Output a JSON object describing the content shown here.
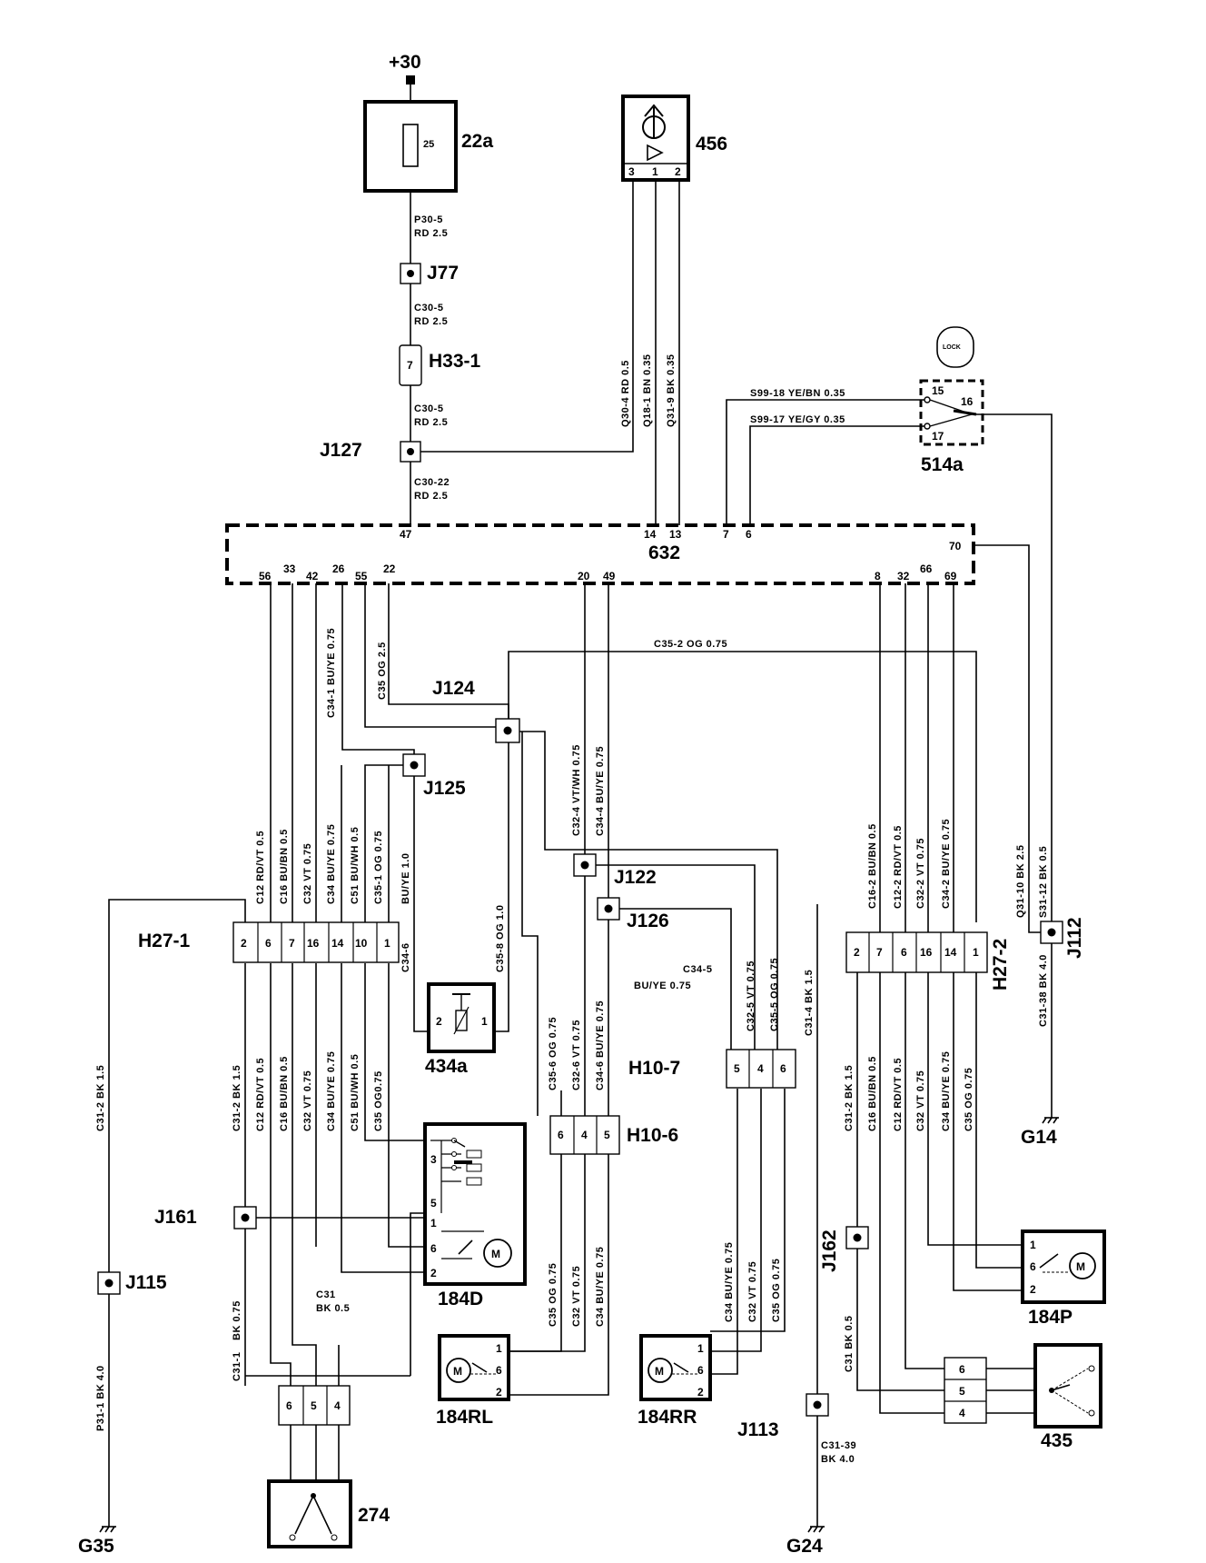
{
  "components": {
    "supply": "+30",
    "fuse": "22a",
    "fuse_rating": "25",
    "c456": "456",
    "c456_pins": [
      "3",
      "1",
      "2"
    ],
    "lock_symbol": "LOCK",
    "c514a": "514a",
    "c514a_pins": [
      "15",
      "16",
      "17"
    ],
    "c632": "632",
    "c632_top_pins": [
      "47",
      "14",
      "13",
      "7",
      "6"
    ],
    "c632_pin70": "70",
    "c632_bottom_left_pins": [
      "56",
      "33",
      "42",
      "26",
      "55",
      "22"
    ],
    "c632_bottom_mid_pins": [
      "20",
      "49"
    ],
    "c632_bottom_right_pins": [
      "8",
      "32",
      "66",
      "69"
    ],
    "c434a": "434a",
    "c434a_pins": [
      "2",
      "1"
    ],
    "c184d": "184D",
    "c184d_pins": [
      "3",
      "5",
      "1",
      "6",
      "2"
    ],
    "c184p": "184P",
    "c184p_pins": [
      "1",
      "6",
      "2"
    ],
    "c184rl": "184RL",
    "c184rl_pins": [
      "1",
      "6",
      "2"
    ],
    "c184rr": "184RR",
    "c184rr_pins": [
      "1",
      "6",
      "2"
    ],
    "c274": "274",
    "c274_pins": [
      "6",
      "5",
      "4"
    ],
    "c435": "435",
    "c435_pins": [
      "6",
      "5",
      "4"
    ],
    "motor": "M"
  },
  "connectors": {
    "h33_1": "H33-1",
    "h33_1_pin": "7",
    "h27_1": "H27-1",
    "h27_1_pins": [
      "2",
      "6",
      "7",
      "16",
      "14",
      "10",
      "1"
    ],
    "h27_2": "H27-2",
    "h27_2_pins": [
      "2",
      "7",
      "6",
      "16",
      "14",
      "1"
    ],
    "h10_7": "H10-7",
    "h10_7_pins": [
      "5",
      "4",
      "6"
    ],
    "h10_6": "H10-6",
    "h10_6_pins": [
      "6",
      "4",
      "5"
    ]
  },
  "junctions": {
    "j77": "J77",
    "j127": "J127",
    "j124": "J124",
    "j125": "J125",
    "j122": "J122",
    "j126": "J126",
    "j112": "J112",
    "j161": "J161",
    "j115": "J115",
    "j162": "J162",
    "j113": "J113"
  },
  "grounds": {
    "g35": "G35",
    "g24": "G24",
    "g14": "G14"
  },
  "wires": {
    "p30_5": [
      "P30-5",
      "RD 2.5"
    ],
    "c30_5a": [
      "C30-5",
      "RD 2.5"
    ],
    "c30_5b": [
      "C30-5",
      "RD 2.5"
    ],
    "c30_22": [
      "C30-22",
      "RD 2.5"
    ],
    "q30_4": "Q30-4  RD 0.5",
    "q18_1": "Q18-1  BN 0.35",
    "q31_9": "Q31-9  BK 0.35",
    "s99_18": "S99-18    YE/BN  0.35",
    "s99_17": "S99-17    YE/GY  0.35",
    "c35_2": "C35-2   OG 0.75",
    "c34_1": "C34-1   BU/YE 0.75",
    "c35_og25": "C35   OG 2.5",
    "c32_4": "C32-4   VT/WH 0.75",
    "c34_4": "C34-4   BU/YE 0.75",
    "h27_1_top": [
      "C12 RD/VT  0.5",
      "C16 BU/BN  0.5",
      "C32 VT 0.75",
      "C34 BU/YE 0.75",
      "C51 BU/WH 0.5",
      "C35-1  OG 0.75",
      "BU/YE  1.0"
    ],
    "c34_6": "C34-6",
    "c35_8": "C35-8   OG 1.0",
    "h27_1_bottom": [
      "C31-2   BK  1.5",
      "C12  RD/VT  0.5",
      "C16  BU/BN  0.5",
      "C32  VT 0.75",
      "C34  BU/YE  0.75",
      "C51  BU/WH  0.5",
      "C35  OG0.75"
    ],
    "c31_2_left": "C31-2   BK  1.5",
    "p31_1": "P31-1   BK  4.0",
    "c31_bk075": "BK  0.75",
    "c31_1": "C31-1",
    "c31_bk05": [
      "C31",
      "BK  0.5"
    ],
    "h10_6_top": [
      "C35-6   OG 0.75",
      "C32-6   VT 0.75",
      "C34-6   BU/YE  0.75"
    ],
    "h10_6_bottom": [
      "C35   OG 0.75",
      "C32   VT 0.75",
      "C34   BU/YE  0.75"
    ],
    "c34_5": [
      "C34-5",
      "BU/YE  0.75"
    ],
    "h10_7_top": [
      "C32-5   VT  0.75",
      "C35-5   OG 0.75"
    ],
    "c31_4": "C31-4   BK  1.5",
    "h10_7_bottom": [
      "C34   BU/YE  0.75",
      "C32   VT  0.75",
      "C35   OG 0.75"
    ],
    "h27_2_top": [
      "C16-2   BU/BN  0.5",
      "C12-2   RD/VT  0.5",
      "C32-2   VT  0.75",
      "C34-2   BU/YE  0.75"
    ],
    "c31_10": "Q31-10   BK  2.5",
    "s31_12": "S31-12   BK  0.5",
    "c31_38": "C31-38   BK  4.0",
    "h27_2_bottom": [
      "C31-2   BK  1.5",
      "C16  BU/BN  0.5",
      "C12  RD/VT  0.5",
      "C32  VT  0.75",
      "C34  BU/YE  0.75",
      "C35  OG  0.75"
    ],
    "c31_bk05_right": "C31   BK  0.5",
    "c31_39": [
      "C31-39",
      "BK  4.0"
    ]
  }
}
